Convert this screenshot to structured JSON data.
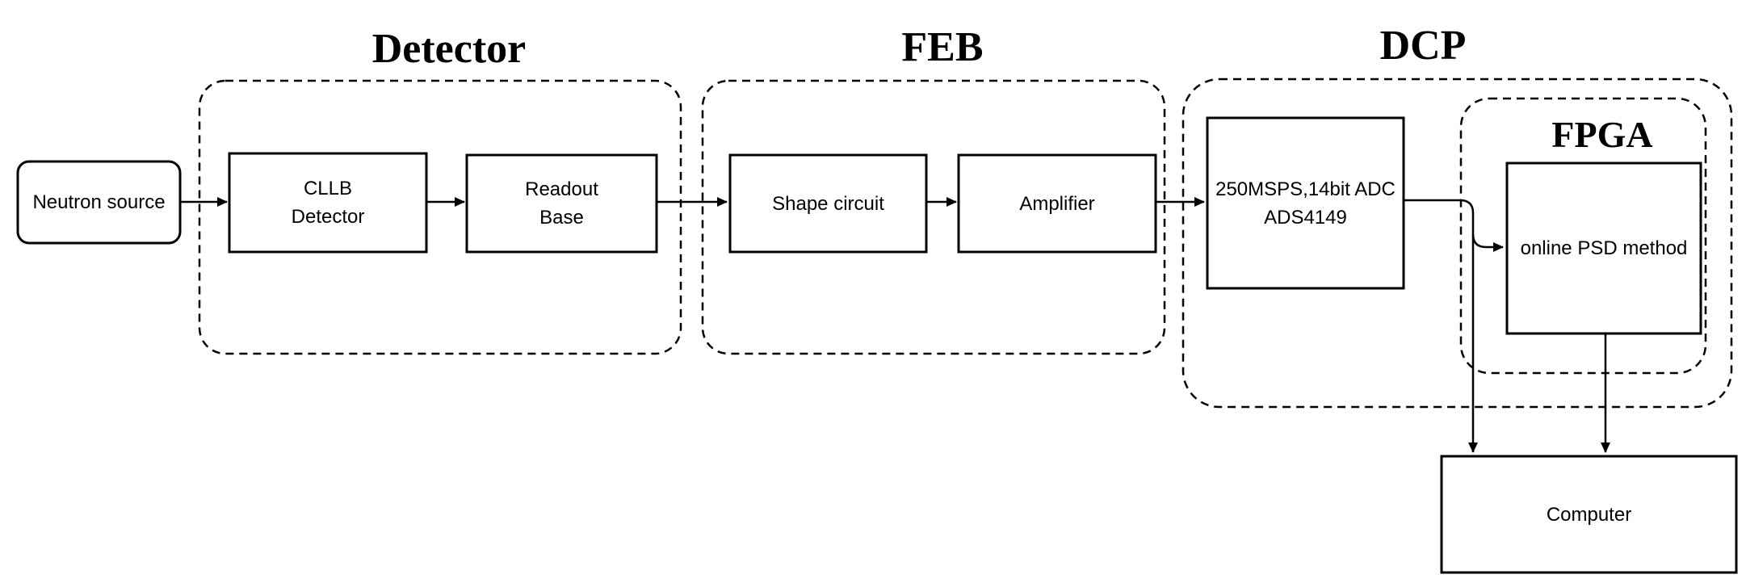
{
  "diagram": {
    "type": "block-diagram",
    "colors": {
      "stroke": "#000000",
      "node_fill": "#ffffff",
      "background": "#ffffff"
    },
    "groups": {
      "detector": {
        "title": "Detector"
      },
      "feb": {
        "title": "FEB"
      },
      "dcp": {
        "title": "DCP"
      },
      "fpga": {
        "title": "FPGA"
      }
    },
    "nodes": {
      "neutron": {
        "label": "Neutron source",
        "shape": "rounded-rect"
      },
      "cllb": {
        "label": "CLLB\nDetector",
        "shape": "rect",
        "group": "Detector"
      },
      "readout": {
        "label": "Readout\nBase",
        "shape": "rect",
        "group": "Detector"
      },
      "shape_circuit": {
        "label": "Shape circuit",
        "shape": "rect",
        "group": "FEB"
      },
      "amplifier": {
        "label": "Amplifier",
        "shape": "rect",
        "group": "FEB"
      },
      "adc": {
        "label": "250MSPS,14bit ADC\nADS4149",
        "shape": "rect",
        "group": "DCP"
      },
      "psd": {
        "label": "online PSD method",
        "shape": "rect",
        "group": "FPGA"
      },
      "computer": {
        "label": "Computer",
        "shape": "rect"
      }
    },
    "edges": [
      {
        "from": "Neutron source",
        "to": "CLLB Detector"
      },
      {
        "from": "CLLB Detector",
        "to": "Readout Base"
      },
      {
        "from": "Readout Base",
        "to": "Shape circuit"
      },
      {
        "from": "Shape circuit",
        "to": "Amplifier"
      },
      {
        "from": "Amplifier",
        "to": "250MSPS,14bit ADC ADS4149"
      },
      {
        "from": "250MSPS,14bit ADC ADS4149",
        "to": "online PSD method"
      },
      {
        "from": "250MSPS,14bit ADC ADS4149",
        "to": "Computer"
      },
      {
        "from": "online PSD method",
        "to": "Computer"
      }
    ]
  }
}
